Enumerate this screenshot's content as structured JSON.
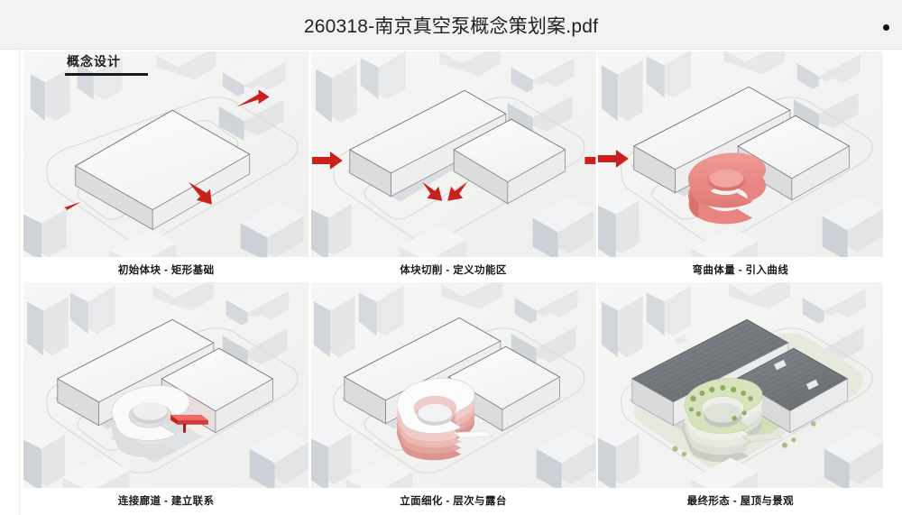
{
  "window": {
    "title": "260318-南京真空泵概念策划案.pdf",
    "menu_dot": "•"
  },
  "document": {
    "section_heading": "概念设计",
    "panels": [
      {
        "index": "1",
        "caption": "初始体块 - 矩形基础",
        "scene": "single-rectangular-mass-with-red-arrows"
      },
      {
        "index": "2",
        "caption": "体块切削 - 定义功能区",
        "scene": "two-split-masses-with-red-arrows"
      },
      {
        "index": "3",
        "caption": "弯曲体量 - 引入曲线",
        "scene": "red-c-shaped-curved-volume-inserted"
      },
      {
        "index": "4",
        "caption": "连接廊道 - 建立联系",
        "scene": "white-c-shape-with-red-connecting-bridge"
      },
      {
        "index": "5",
        "caption": "立面细化 - 层次与露台",
        "scene": "stacked-floor-plates-terraces"
      },
      {
        "index": "6",
        "caption": "最终形态 - 屋顶与景观",
        "scene": "final-massing-roof-and-landscape"
      }
    ]
  },
  "colors": {
    "topbar_bg": "#f2f2f2",
    "page_bg": "#ffffff",
    "site_bg": "#f4f4f3",
    "mass_top": "#fbfbfb",
    "mass_side_light": "#e9e9e9",
    "mass_side_dark": "#d6d6d6",
    "accent_red": "#c9211e",
    "accent_salmon": "#ea8481",
    "shadow_blue": "#b9c2cd",
    "roof_dark": "#6f7478",
    "landscape_green": "#b7c98a",
    "text_primary": "#1a1a1a"
  }
}
